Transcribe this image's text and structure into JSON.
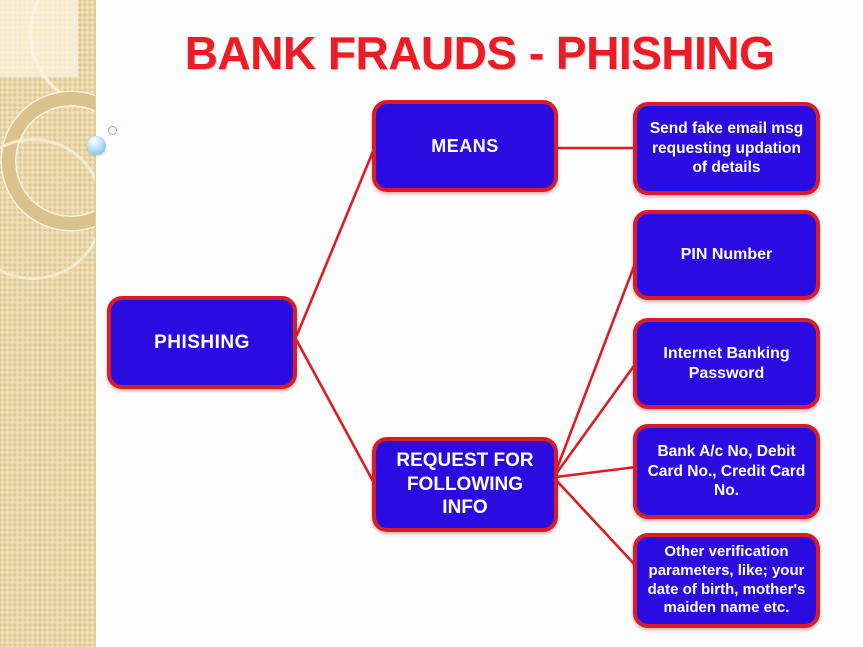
{
  "slide": {
    "title": "BANK FRAUDS - PHISHING"
  },
  "theme": {
    "title_color": "#ea1c26",
    "node_fill": "#2a0ce0",
    "node_border": "#d81c28",
    "connector_color": "#dd1c24",
    "node_text_color": "#ffffff",
    "sidebar_color": "#e9d6a6"
  },
  "diagram": {
    "nodes": {
      "phishing": {
        "label": "PHISHING"
      },
      "means": {
        "label": "MEANS"
      },
      "send_fake": {
        "label": "Send fake email msg requesting updation of details"
      },
      "request_info": {
        "label": "REQUEST FOR FOLLOWING INFO"
      },
      "pin": {
        "label": "PIN Number"
      },
      "ib_password": {
        "label": "Internet Banking Password"
      },
      "bank_ac": {
        "label": "Bank A/c No, Debit Card No., Credit Card No."
      },
      "other_verification": {
        "label": "Other verification parameters, like; your date of birth, mother's maiden name etc."
      }
    },
    "edges": [
      {
        "from": "phishing",
        "to": "means"
      },
      {
        "from": "phishing",
        "to": "request_info"
      },
      {
        "from": "means",
        "to": "send_fake"
      },
      {
        "from": "request_info",
        "to": "pin"
      },
      {
        "from": "request_info",
        "to": "ib_password"
      },
      {
        "from": "request_info",
        "to": "bank_ac"
      },
      {
        "from": "request_info",
        "to": "other_verification"
      }
    ]
  }
}
